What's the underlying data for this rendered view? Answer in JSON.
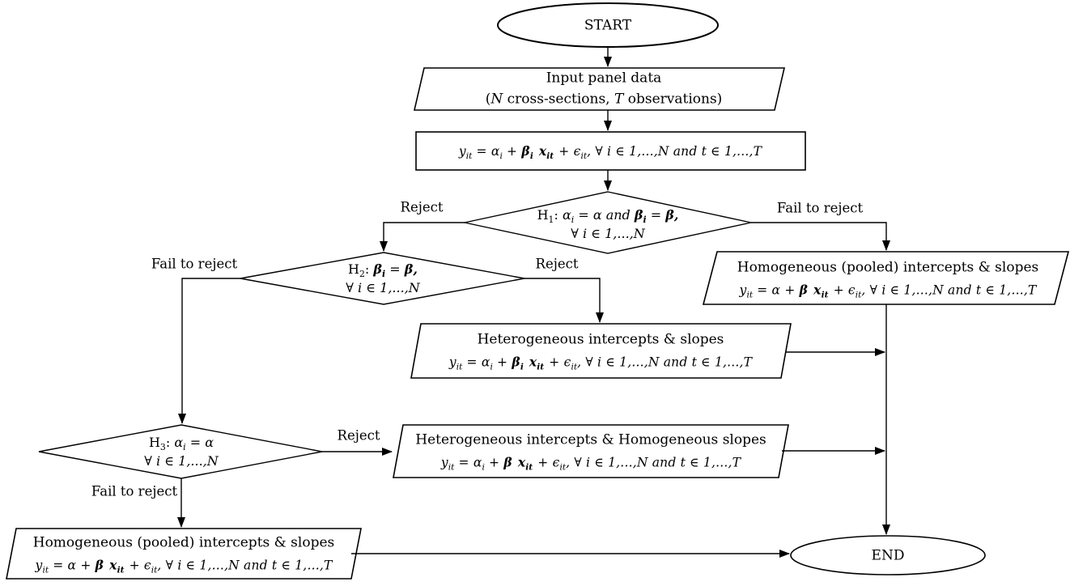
{
  "colors": {
    "line": "#000000",
    "fill": "#ffffff",
    "text": "#000000"
  },
  "nodes": {
    "start": {
      "label": "START"
    },
    "input": {
      "line1": "Input panel data",
      "l2_open": "(",
      "l2_n": "N",
      "l2_mid": " cross-sections, ",
      "l2_t": "T",
      "l2_close": " observations)"
    },
    "model": {
      "eq": {
        "pre": "y~it~ = α~i~ + ",
        "beta": "β~i~",
        "x": "x~it~",
        "post": " + ϵ~it~, ∀ i ∈ 1,...,N and t ∈ 1,...,T"
      }
    },
    "h1": {
      "prefix": "H~1~: ",
      "cond_a": "α~i~ = α and ",
      "beta_i": "β~i~",
      "equals": " = ",
      "beta": "β,",
      "line2": "∀ i ∈ 1,...,N"
    },
    "h2": {
      "prefix": "H~2~: ",
      "beta_i": "β~i~",
      "equals": " = ",
      "beta": "β,",
      "line2": "∀ i ∈ 1,...,N"
    },
    "h3": {
      "prefix": "H~3~:  ",
      "cond": "α~i~ = α",
      "line2": "∀ i ∈ 1,...,N"
    },
    "pooled_right": {
      "title": "Homogeneous (pooled) intercepts & slopes",
      "eq": {
        "pre": "y~it~ = α + ",
        "beta": "β",
        "x": "x~it~",
        "post": " + ϵ~it~, ∀ i ∈ 1,...,N and t ∈ 1,...,T"
      }
    },
    "hetero_slopes": {
      "title": "Heterogeneous intercepts & slopes",
      "eq": {
        "pre": "y~it~ = α~i~ + ",
        "beta": "β~i~",
        "x": "x~it~",
        "post": " + ϵ~it~, ∀ i ∈ 1,...,N and t ∈ 1,...,T"
      }
    },
    "hetero_homog": {
      "title": "Heterogeneous intercepts & Homogeneous slopes",
      "eq": {
        "pre": "y~it~ = α~i~ + ",
        "beta": "β",
        "x": "x~it~",
        "post": " + ϵ~it~, ∀ i ∈ 1,...,N and t ∈ 1,...,T"
      }
    },
    "pooled_bottom": {
      "title": "Homogeneous (pooled) intercepts & slopes",
      "eq": {
        "pre": "y~it~ = α + ",
        "beta": "β",
        "x": "x~it~",
        "post": " + ϵ~it~, ∀ i ∈ 1,...,N and t ∈ 1,...,T"
      }
    },
    "end": {
      "label": "END"
    }
  },
  "edge_labels": {
    "h1_reject": "Reject",
    "h1_fail": "Fail to reject",
    "h2_reject": "Reject",
    "h2_fail": "Fail to reject",
    "h3_reject": "Reject",
    "h3_fail": "Fail to reject"
  }
}
